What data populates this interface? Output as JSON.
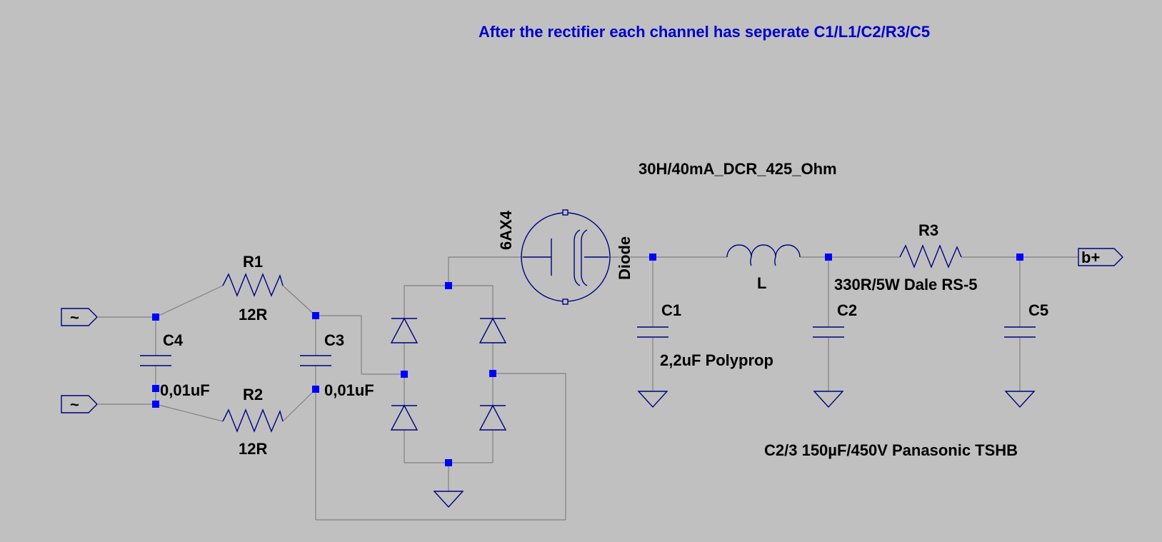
{
  "note": "After the rectifier each channel has seperate C1/L1/C2/R3/C5",
  "components": {
    "r1": {
      "ref": "R1",
      "value": "12R"
    },
    "r2": {
      "ref": "R2",
      "value": "12R"
    },
    "c4": {
      "ref": "C4",
      "value": "0,01uF"
    },
    "c3": {
      "ref": "C3",
      "value": "0,01uF"
    },
    "tube": {
      "ref": "6AX4",
      "model": "Diode"
    },
    "inductor": {
      "ref": "L",
      "value": "30H/40mA_DCR_425_Ohm"
    },
    "c1": {
      "ref": "C1",
      "value": "2,2uF Polyprop"
    },
    "c2": {
      "ref": "C2"
    },
    "r3": {
      "ref": "R3",
      "value": "330R/5W Dale RS-5"
    },
    "c5": {
      "ref": "C5"
    },
    "cap_note": "C2/3 150µF/450V Panasonic TSHB"
  },
  "ports": {
    "ac_in_1": "~",
    "ac_in_2": "~",
    "output": "b+"
  },
  "colors": {
    "background": "#c0c0c0",
    "wire": "#808080",
    "component": "#000080",
    "node": "#0000ff",
    "note_text": "#0000cc"
  }
}
